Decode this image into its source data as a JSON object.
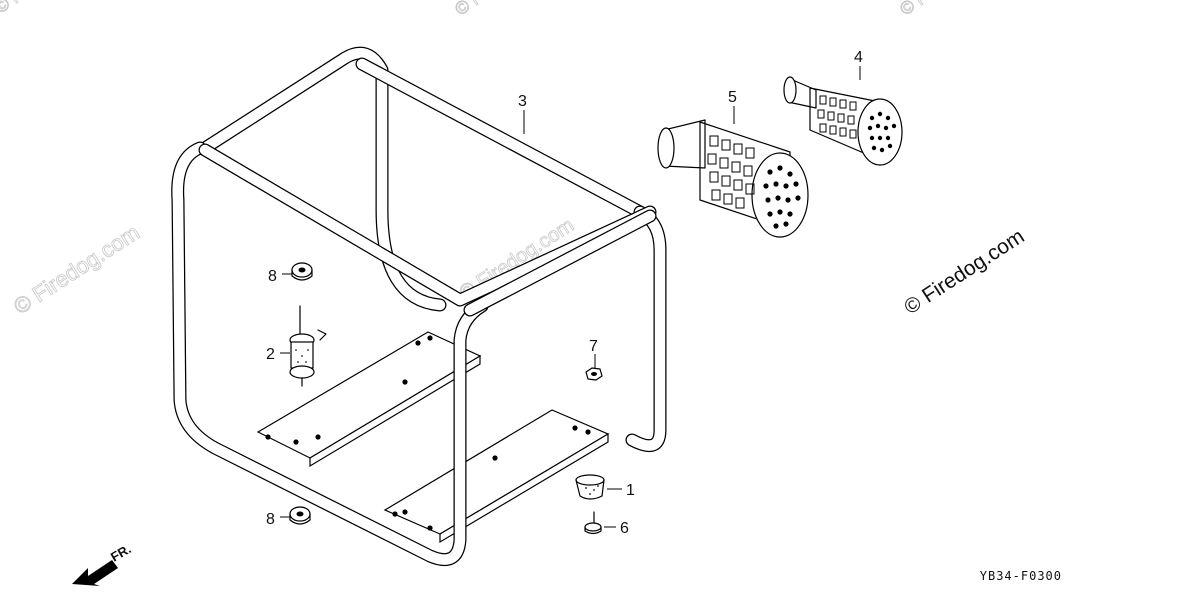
{
  "diagram_code": "YB34-F0300",
  "copyright": "© Firedog.com",
  "watermark": "© Firedog.com",
  "direction_label": "FR.",
  "callouts": {
    "p1": "1",
    "p2": "2",
    "p3": "3",
    "p4": "4",
    "p5": "5",
    "p6": "6",
    "p7": "7",
    "p8a": "8",
    "p8b": "8"
  },
  "colors": {
    "ink": "#000000",
    "background": "#ffffff",
    "watermark": "#c9c9c9"
  }
}
